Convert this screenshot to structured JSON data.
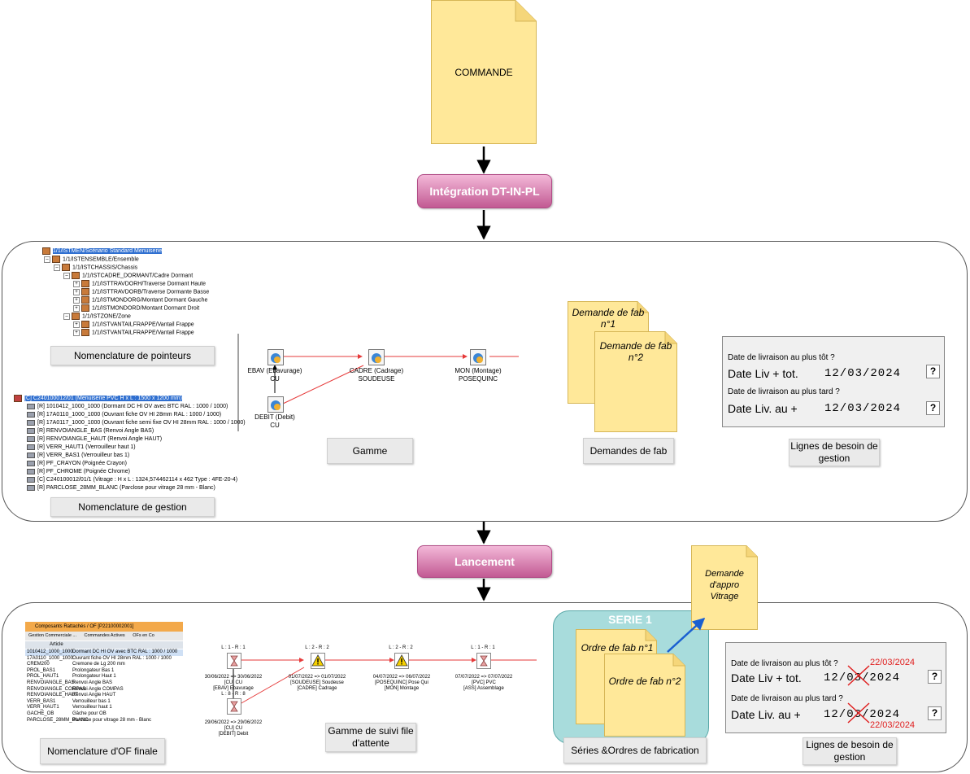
{
  "top": {
    "commande": "COMMANDE",
    "integration": "Intégration DT-IN-PL",
    "lancement": "Lancement"
  },
  "nomenclature_pointeurs": {
    "caption": "Nomenclature de pointeurs",
    "items": [
      "1/1/ISTMEN/Scénario Standard Menuiserie",
      "1/1/ISTENSEMBLE/Ensemble",
      "1/1/ISTCHASSIS/Chassis",
      "1/1/ISTCADRE_DORMANT/Cadre Dormant",
      "1/1/ISTTRAVDORH/Traverse Dormant Haute",
      "1/1/ISTTRAVDORB/Traverse Dormante Basse",
      "1/1/ISTMONDORG/Montant Dormant Gauche",
      "1/1/ISTMONDORD/Montant Dormant Droit",
      "1/1/ISTZONE/Zone",
      "1/1/ISTVANTAILFRAPPE/Vantail Frappe",
      "1/1/ISTVANTAILFRAPPE/Vantail Frappe"
    ]
  },
  "nomenclature_gestion": {
    "caption": "Nomenclature de gestion",
    "items": [
      "[C] C240100012/01 (Menuiserie PVC H x L : 1500 x 1200 mm)",
      "[R] 1010412_1000_1000 (Dormant DC HI OV avec BTC RAL : 1000 / 1000)",
      "[R] 17A0110_1000_1000 (Ouvrant fiche OV HI 28mm RAL : 1000 / 1000)",
      "[R] 17A0117_1000_1000 (Ouvrant fiche semi fixe OV HI 28mm RAL : 1000 / 1000)",
      "[R] RENVOIANGLE_BAS (Renvoi Angle BAS)",
      "[R] RENVOIANGLE_HAUT (Renvoi Angle HAUT)",
      "[R] VERR_HAUT1 (Verrouilleur haut 1)",
      "[R] VERR_BAS1 (Verrouilleur bas 1)",
      "[R] PF_CRAYON (Poignée Crayon)",
      "[R] PF_CHROME (Poignée Chrome)",
      "[C] C240100012/01/1 (Vitrage : H x L : 1324,574462114 x 462 Type : 4FE-20-4)",
      "[R] PARCLOSE_28MM_BLANC (Parclose pour vitrage 28 mm - Blanc)"
    ]
  },
  "gamme": {
    "caption": "Gamme",
    "nodes": [
      {
        "name": "EBAV (Ebavurage)",
        "sub": "CU"
      },
      {
        "name": "DEBIT (Debit)",
        "sub": "CU"
      },
      {
        "name": "CADRE (Cadrage)",
        "sub": "SOUDEUSE"
      },
      {
        "name": "MON (Montage)",
        "sub": "POSEQUINC"
      }
    ]
  },
  "demandes": {
    "caption": "Demandes de fab",
    "doc1": "Demande de fab n°1",
    "doc2": "Demande de fab n°2"
  },
  "lignes1": {
    "caption": "Lignes de besoin de gestion",
    "q1": "Date de livraison au plus tôt ?",
    "l1": "Date Liv + tot.",
    "v1": "12/03/2024",
    "q2": "Date de livraison au plus tard  ?",
    "l2": "Date Liv. au +",
    "v2": "12/03/2024",
    "btn": "?"
  },
  "of_finale": {
    "caption": "Nomenclature d'OF finale",
    "title": "Composants Rattachés / OF [P22100002001]",
    "tabs": [
      "Gestion Commerciale ...",
      "Commandes Actives",
      "OFs en Co"
    ],
    "header": "Article",
    "rows": [
      [
        "1010412_1000_1000",
        "Dormant DC HI OV avec BTC RAL : 1000 / 1000"
      ],
      [
        "17A0110_1000_1000",
        "Ouvrant fiche OV HI 28mm RAL : 1000 / 1000"
      ],
      [
        "CREM200",
        "Cremone de Lg 200 mm"
      ],
      [
        "PROL_BAS1",
        "Prolongateur Bas 1"
      ],
      [
        "PROL_HAUT1",
        "Prolongateur Haut 1"
      ],
      [
        "RENVOIANGLE_BAS",
        "Renvoi Angle BAS"
      ],
      [
        "RENVOIANGLE_COMPAS",
        "Renvoi Angle COMPAS"
      ],
      [
        "RENVOIANGLE_HAUT",
        "Renvoi Angle HAUT"
      ],
      [
        "VERR_BAS1",
        "Verrouilleur bas 1"
      ],
      [
        "VERR_HAUT1",
        "Verrouilleur haut 1"
      ],
      [
        "GACHE_OB",
        "Gâche pour OB"
      ],
      [
        "PARCLOSE_28MM_BLANC",
        "Parclose pour vitrage 28 mm - Blanc"
      ]
    ]
  },
  "gamme_suivi": {
    "caption": "Gamme de suivi file d'attente",
    "nodes": [
      {
        "lr": "L : 1  -  R : 1",
        "dates": "30/06/2022 => 30/06/2022",
        "res": "[CU] CU",
        "op": "[EBAV] Ebavurage"
      },
      {
        "lr": "L : 8  -  R : 8",
        "dates": "29/06/2022 => 29/06/2022",
        "res": "[CU] CU",
        "op": "[DEBIT] Debit"
      },
      {
        "lr": "L : 2  -  R : 2",
        "dates": "01/07/2022 => 01/07/2022",
        "res": "[SOUDEUSE] Soudeuse",
        "op": "[CADRE] Cadrage"
      },
      {
        "lr": "L : 2  -  R : 2",
        "dates": "04/07/2022 => 06/07/2022",
        "res": "[POSEQUINC] Pose Qui",
        "op": "[MON] Montage"
      },
      {
        "lr": "L : 1  -  R : 1",
        "dates": "07/07/2022 => 07/07/2022",
        "res": "[PVC] PVC",
        "op": "[ASS] Assemblage"
      }
    ]
  },
  "serie": {
    "title": "SERIE 1",
    "caption": "Séries &Ordres de fabrication",
    "of1": "Ordre de fab n°1",
    "of2": "Ordre de fab n°2",
    "appro": "Demande d'appro Vitrage"
  },
  "lignes2": {
    "caption": "Lignes de besoin de gestion",
    "q1": "Date de livraison au plus tôt ?",
    "l1": "Date Liv + tot.",
    "v1": "12/03/2024",
    "new1": "22/03/2024",
    "q2": "Date de livraison au plus tard  ?",
    "l2": "Date Liv. au +",
    "v2": "12/03/2024",
    "new2": "22/03/2024",
    "btn": "?"
  },
  "colors": {
    "doc_fill": "#ffe899",
    "doc_border": "#d6b656",
    "pink_button": "#c25a93",
    "serie_fill": "#a8dcdc",
    "gamme_line": "#e63a3a",
    "arrow_blue": "#1a5fd1",
    "cross_red": "#e02020"
  }
}
